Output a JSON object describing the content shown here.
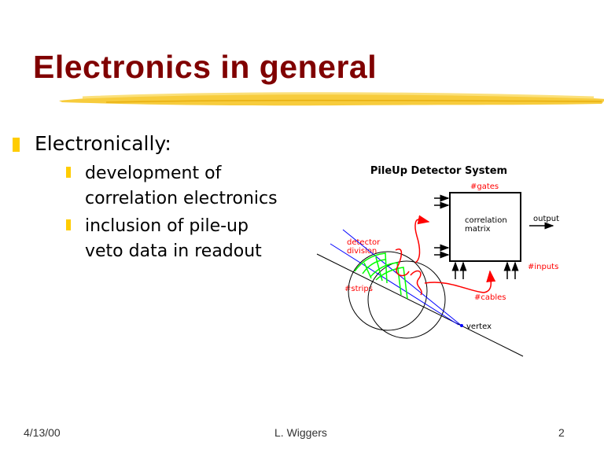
{
  "title": "Electronics in general",
  "colors": {
    "title": "#800000",
    "bullet": "#ffcc00",
    "annotation": "#ff0000",
    "tracks": "#0000ff",
    "segments": "#00ff00"
  },
  "bullets": {
    "main": "Electronically:",
    "sub": [
      {
        "line1": "development of",
        "line2": "correlation electronics"
      },
      {
        "line1": "inclusion of pile-up",
        "line2": "veto data in readout"
      }
    ]
  },
  "diagram": {
    "title": "PileUp Detector System",
    "gates": "#gates",
    "box_line1": "correlation",
    "box_line2": "matrix",
    "output": "output",
    "inputs": "#inputs",
    "cables": "#cables",
    "strips": "#strips",
    "division_line1": "detector",
    "division_line2": "division",
    "vertex": "vertex"
  },
  "footer": {
    "date": "4/13/00",
    "author": "L. Wiggers",
    "page": "2"
  }
}
